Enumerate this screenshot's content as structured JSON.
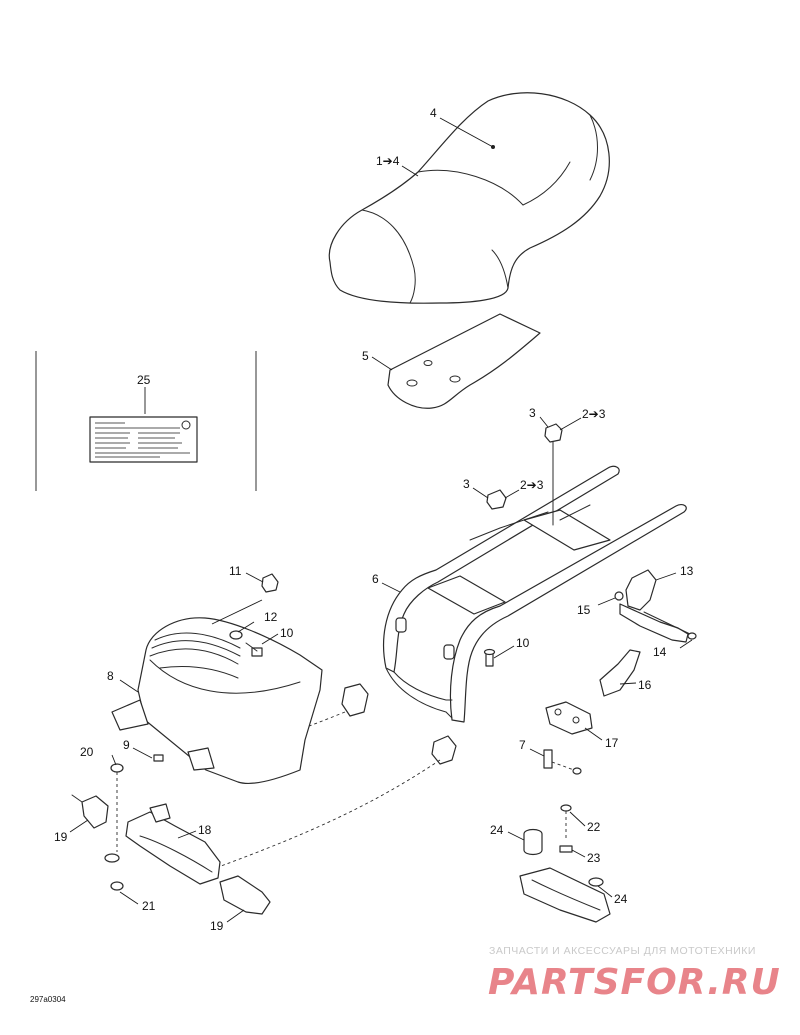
{
  "diagram": {
    "callouts": {
      "c4": "4",
      "c1to4": "1➔4",
      "c5": "5",
      "c25": "25",
      "c3a": "3",
      "c2to3a": "2➔3",
      "c3b": "3",
      "c2to3b": "2➔3",
      "c6": "6",
      "c11": "11",
      "c12": "12",
      "c10a": "10",
      "c8": "8",
      "c9": "9",
      "c20": "20",
      "c19a": "19",
      "c18": "18",
      "c21": "21",
      "c19b": "19",
      "c13": "13",
      "c15": "15",
      "c14": "14",
      "c10b": "10",
      "c16": "16",
      "c17": "17",
      "c7": "7",
      "c22": "22",
      "c24a": "24",
      "c23": "23",
      "c24b": "24"
    },
    "drawing_code": "297a0304"
  },
  "watermark": {
    "tagline": "ЗАПЧАСТИ И АКСЕССУАРЫ ДЛЯ МОТОТЕХНИКИ",
    "brand": "PARTSFOR.RU",
    "brand_color": "#e8848a",
    "tagline_color": "#c9c9c9"
  }
}
